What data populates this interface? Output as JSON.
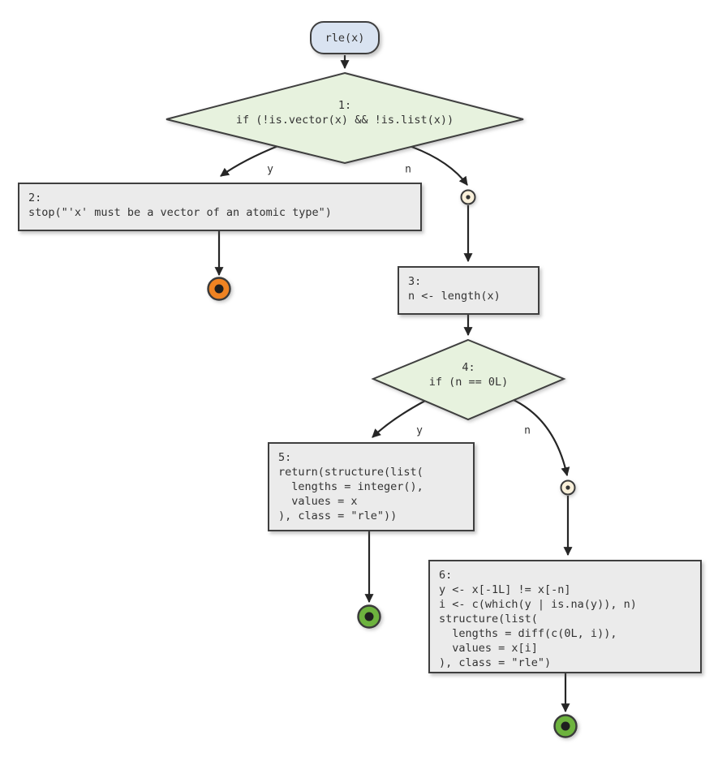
{
  "diagram": {
    "nodes": {
      "start": {
        "label": "rle(x)"
      },
      "d1": {
        "label": "1:\nif (!is.vector(x) && !is.list(x))"
      },
      "b2": {
        "label": "2:\nstop(\"'x' must be a vector of an atomic type\")"
      },
      "b3": {
        "label": "3:\nn <- length(x)"
      },
      "d4": {
        "label": "4:\nif (n == 0L)"
      },
      "b5": {
        "label": "5:\nreturn(structure(list(\n  lengths = integer(),\n  values = x\n), class = \"rle\"))"
      },
      "b6": {
        "label": "6:\ny <- x[-1L] != x[-n]\ni <- c(which(y | is.na(y)), n)\nstructure(list(\n  lengths = diff(c(0L, i)),\n  values = x[i]\n), class = \"rle\")"
      }
    },
    "edge_labels": {
      "d1_yes": "y",
      "d1_no": "n",
      "d4_yes": "y",
      "d4_no": "n"
    },
    "colors": {
      "start_fill": "#d9e3f1",
      "decision_fill": "#e7f2de",
      "process_fill": "#ebebeb",
      "node_border": "#3f3f3f",
      "edge_stroke": "#262626",
      "text": "#333333",
      "end_stop_fill": "#ef8322",
      "end_ok_fill": "#6db33e",
      "connector_fill": "#f9f0da",
      "inner_dot": "#1f1f1f"
    }
  }
}
